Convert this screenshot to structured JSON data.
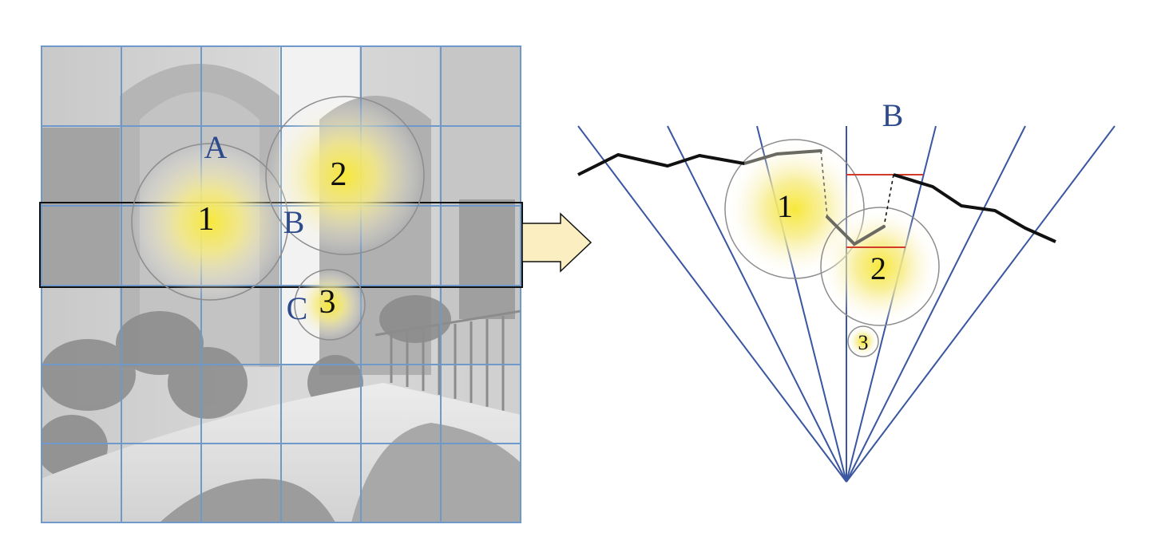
{
  "colors": {
    "grid": "#6f99c9",
    "letters": "#2d4a8c",
    "rays": "#3a56a0",
    "red": "#d23a2a",
    "arrow_fill": "#fbefc2",
    "glow": "#f5e642",
    "contour": "#111111",
    "contour_faded": "#6a6a62"
  },
  "left_panel": {
    "photo_caption": "",
    "letters": {
      "a": "A",
      "b": "B",
      "c": "C"
    },
    "circle_numbers": {
      "one": "1",
      "two": "2",
      "three": "3"
    }
  },
  "right_panel": {
    "letter": "B",
    "circle_numbers": {
      "one": "1",
      "two": "2",
      "three": "3"
    }
  }
}
